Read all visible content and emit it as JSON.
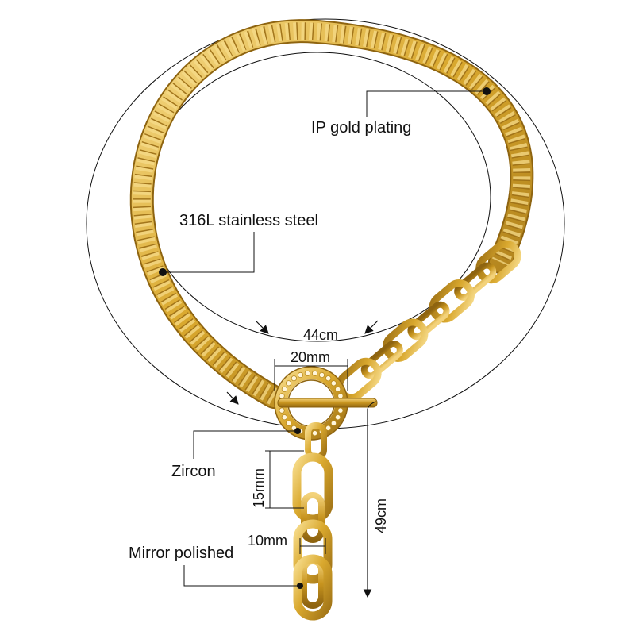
{
  "labels": {
    "plating": "IP gold plating",
    "steel": "316L stainless steel",
    "zircon": "Zircon",
    "mirror": "Mirror polished"
  },
  "dimensions": {
    "chain_length": "44cm",
    "clasp_width": "20mm",
    "link_length": "15mm",
    "link_width": "10mm",
    "total_drop": "49cm"
  },
  "colors": {
    "gold": "#D9A82E",
    "gold_dark": "#A57814",
    "gold_light": "#F3D27A",
    "line": "#111111"
  }
}
